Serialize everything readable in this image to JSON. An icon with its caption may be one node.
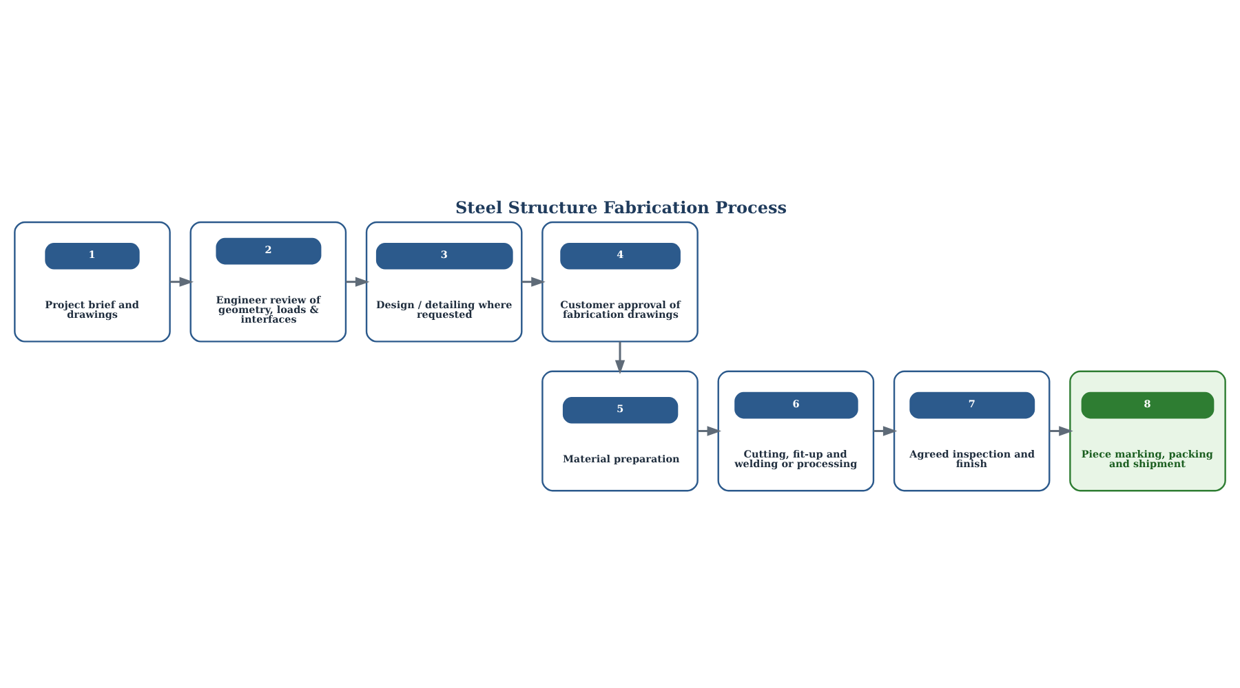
{
  "diagram": {
    "title": "Steel Structure Fabrication Process",
    "nodes": [
      {
        "text": [
          "1",
          "Project brief and drawings"
        ]
      },
      {
        "text": [
          "2",
          "Engineer review of geometry, loads & interfaces"
        ]
      },
      {
        "text": [
          "3",
          "Design / detailing where requested"
        ]
      },
      {
        "text": [
          "4",
          "Customer approval of fabrication drawings"
        ]
      },
      {
        "text": [
          "5",
          "Material preparation"
        ]
      },
      {
        "text": [
          "6",
          "Cutting, fit-up and welding or processing"
        ]
      },
      {
        "text": [
          "7",
          "Agreed inspection and finish"
        ]
      },
      {
        "text": [
          "8",
          "Piece marking, packing and shipment"
        ]
      }
    ],
    "edges": [
      {
        "from": 0,
        "to": 1,
        "arrow": "to"
      },
      {
        "from": 1,
        "to": 2,
        "arrow": "to"
      },
      {
        "from": 2,
        "to": 3,
        "arrow": "to"
      },
      {
        "from": 3,
        "to": 4,
        "arrow": "to"
      },
      {
        "from": 4,
        "to": 5,
        "arrow": "to"
      },
      {
        "from": 5,
        "to": 6,
        "arrow": "to"
      },
      {
        "from": 6,
        "to": 7,
        "arrow": "to"
      }
    ]
  }
}
